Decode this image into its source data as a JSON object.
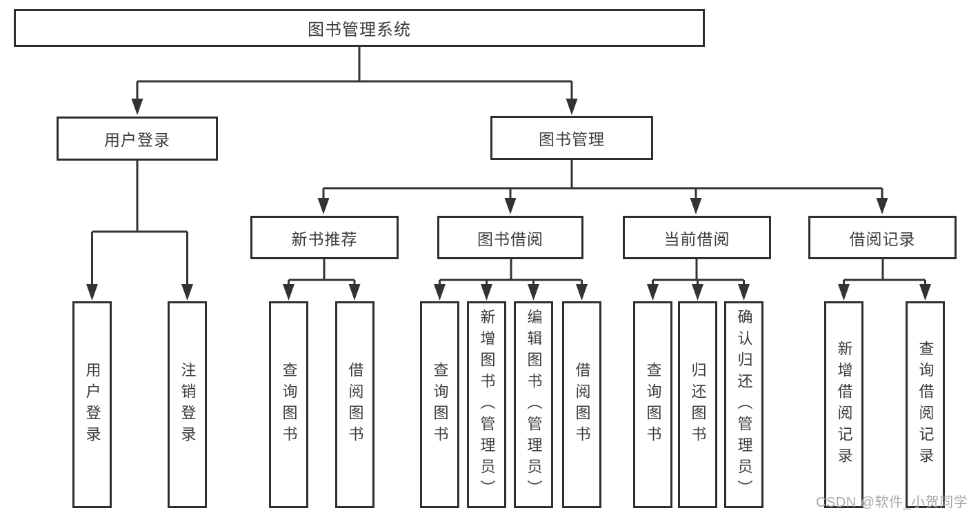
{
  "diagram": {
    "type": "tree",
    "root": {
      "label": "图书管理系统",
      "children": [
        {
          "label": "用户登录",
          "children": [
            {
              "label": "用户登录"
            },
            {
              "label": "注销登录"
            }
          ]
        },
        {
          "label": "图书管理",
          "children": [
            {
              "label": "新书推荐",
              "children": [
                {
                  "label": "查询图书"
                },
                {
                  "label": "借阅图书"
                }
              ]
            },
            {
              "label": "图书借阅",
              "children": [
                {
                  "label": "查询图书"
                },
                {
                  "label": "新增图书（管理员）"
                },
                {
                  "label": "编辑图书（管理员）"
                },
                {
                  "label": "借阅图书"
                }
              ]
            },
            {
              "label": "当前借阅",
              "children": [
                {
                  "label": "查询图书"
                },
                {
                  "label": "归还图书"
                },
                {
                  "label": "确认归还（管理员）"
                }
              ]
            },
            {
              "label": "借阅记录",
              "children": [
                {
                  "label": "新增借阅记录"
                },
                {
                  "label": "查询借阅记录"
                }
              ]
            }
          ]
        }
      ]
    },
    "colors": {
      "line": "#333333",
      "box_border": "#2e2e2e",
      "box_background": "#ffffff",
      "text": "#3c3c3c",
      "watermark_text_color": "#a9a9a9"
    }
  },
  "watermark": {
    "text": "CSDN @软件_小贺同学"
  }
}
